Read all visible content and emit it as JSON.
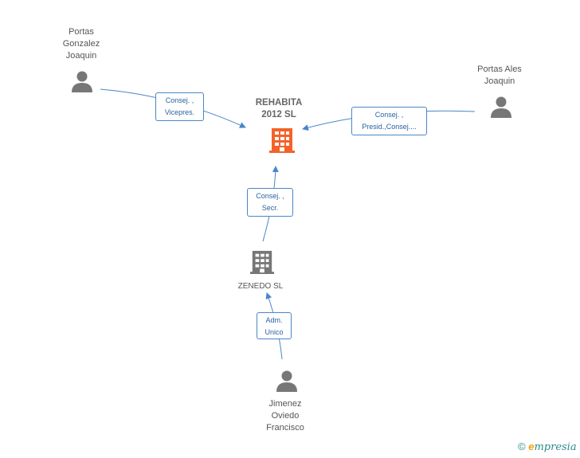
{
  "nodes": {
    "person_top_left": {
      "name": "Portas\nGonzalez\nJoaquin"
    },
    "person_top_right": {
      "name": "Portas Ales\nJoaquin"
    },
    "company_main": {
      "name": "REHABITA\n2012 SL"
    },
    "company_zenedo": {
      "name": "ZENEDO SL"
    },
    "person_bottom": {
      "name": "Jimenez\nOviedo\nFrancisco"
    }
  },
  "roles": {
    "left_to_main": "Consej. ,\nVicepres.",
    "right_to_main": "Consej. ,\nPresid.,Consej....",
    "zenedo_to_main": "Consej. ,\nSecr.",
    "bottom_to_zenedo": "Adm.\nUnico"
  },
  "colors": {
    "main_company": "#f4622a",
    "company": "#777777",
    "person": "#777777",
    "edge": "#4a86c8"
  },
  "icons": {
    "person": "person-icon",
    "company": "building-icon"
  },
  "brand": {
    "copyright": "©",
    "e": "e",
    "rest": "mpresia"
  }
}
